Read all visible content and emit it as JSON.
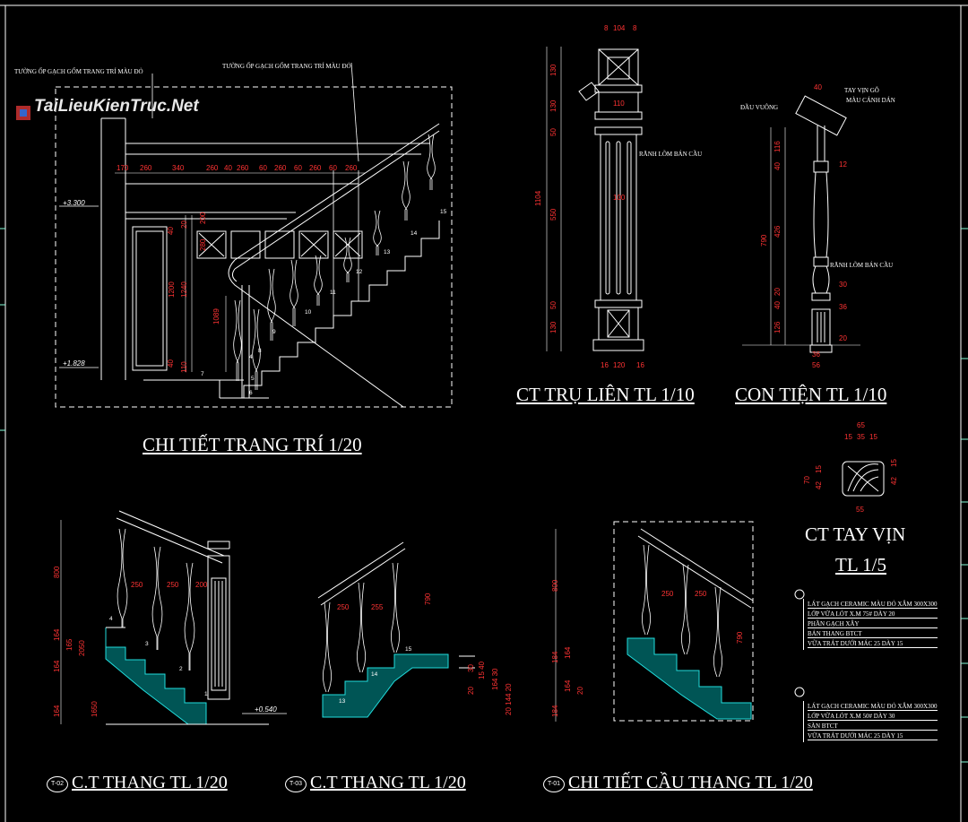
{
  "watermark": "TaiLieuKienTruc.Net",
  "titles": {
    "trang_tri": "CHI TIẾT TRANG TRÍ  1/20",
    "tru_lien": "CT TRỤ LIÊN  TL 1/10",
    "con_tien": "CON TIỆN  TL 1/10",
    "tay_vin": "CT TAY VỊN",
    "tay_vin_scale": "TL 1/5",
    "thang_1": "C.T THANG  TL 1/20",
    "thang_2": "C.T THANG  TL 1/20",
    "cau_thang": "CHI TIẾT CẦU THANG  TL 1/20"
  },
  "tags": {
    "t1": "T-02",
    "t2": "T-03",
    "t3": "T-01"
  },
  "notes": {
    "wall_left": "TƯỜNG ỐP GẠCH GỐM TRANG TRÍ MÀU ĐỎ",
    "wall_right": "TƯỜNG ỐP GẠCH GỐM TRANG TRÍ MÀU ĐỎ",
    "groove_pillar": "RÃNH LÕM BÁN CẦU",
    "square_head": "ĐẦU VUÔNG",
    "handrail_wood": "TAY VỊN GỖ",
    "handrail_color": "MÀU CÁNH DÁN",
    "groove_baluster": "RÃNH LÕM BÁN CẦU"
  },
  "levels": {
    "upper": "+3.300",
    "lower": "+1.828",
    "floor": "+0.540"
  },
  "legend1": [
    "LÁT GẠCH CERAMIC MÀU ĐỎ XẪM 300X300",
    "LỚP VỮA LÓT X.M 75# DÀY 20",
    "PHẦN GẠCH XÂY",
    "BẢN THANG BTCT",
    "VỮA TRÁT DƯỚI MÁC 25 DÀY 15"
  ],
  "legend2": [
    "LÁT GẠCH CERAMIC MÀU ĐỎ XẪM 300X300",
    "LỚP VỮA LÓT X.M 50# DÀY 30",
    "SÀN BTCT",
    "VỮA TRÁT DƯỚI MÁC 25 DÀY 15"
  ]
}
